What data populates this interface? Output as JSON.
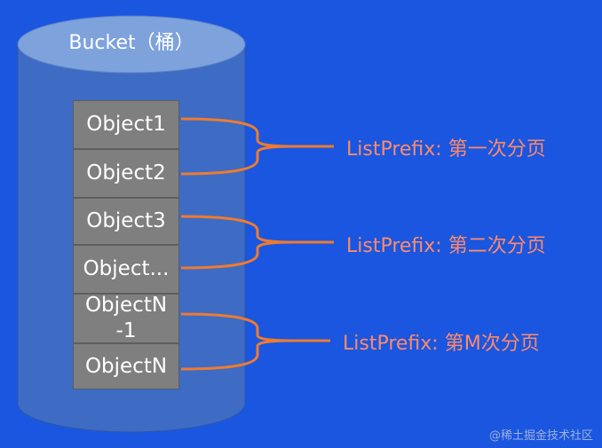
{
  "bucket": {
    "title": "Bucket（桶）"
  },
  "objects": [
    {
      "label": "Object1"
    },
    {
      "label": "Object2"
    },
    {
      "label": "Object3"
    },
    {
      "label": "Object..."
    },
    {
      "label_line1": "ObjectN",
      "label_line2": "-1"
    },
    {
      "label": "ObjectN"
    }
  ],
  "pages": [
    {
      "label": "ListPrefix: 第一次分页"
    },
    {
      "label": "ListPrefix: 第二次分页"
    },
    {
      "label": "ListPrefix: 第M次分页"
    }
  ],
  "watermark": "@稀土掘金技术社区",
  "colors": {
    "background": "#1a56e0",
    "cylinder_body": "#3e6bc4",
    "cylinder_top": "#7ea2dc",
    "object_fill": "#7f7f7f",
    "brace": "#ee7b30",
    "label_text": "#ff8a6a"
  }
}
